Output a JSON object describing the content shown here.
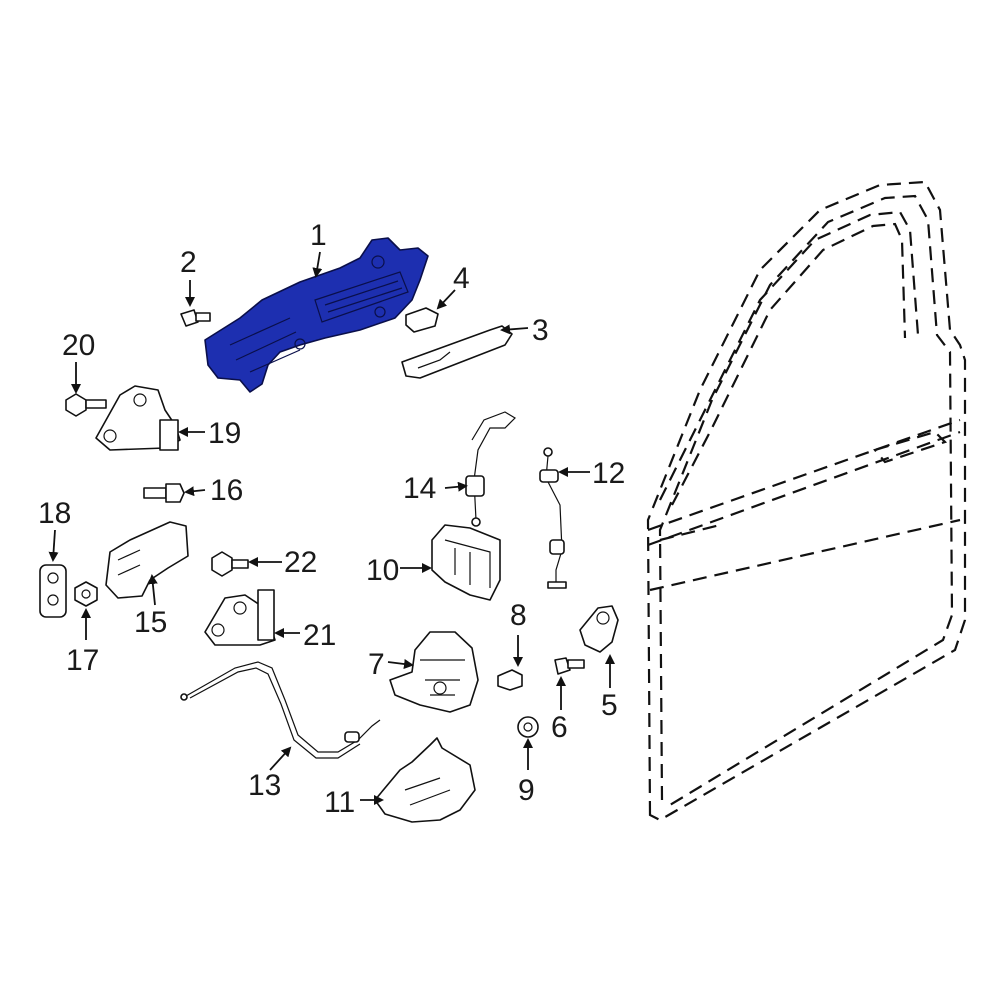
{
  "diagram": {
    "highlight_color": "#1d2fb0",
    "callouts": [
      {
        "id": "1",
        "text": "1"
      },
      {
        "id": "2",
        "text": "2"
      },
      {
        "id": "3",
        "text": "3"
      },
      {
        "id": "4",
        "text": "4"
      },
      {
        "id": "5",
        "text": "5"
      },
      {
        "id": "6",
        "text": "6"
      },
      {
        "id": "7",
        "text": "7"
      },
      {
        "id": "8",
        "text": "8"
      },
      {
        "id": "9",
        "text": "9"
      },
      {
        "id": "10",
        "text": "10"
      },
      {
        "id": "11",
        "text": "11"
      },
      {
        "id": "12",
        "text": "12"
      },
      {
        "id": "13",
        "text": "13"
      },
      {
        "id": "14",
        "text": "14"
      },
      {
        "id": "15",
        "text": "15"
      },
      {
        "id": "16",
        "text": "16"
      },
      {
        "id": "17",
        "text": "17"
      },
      {
        "id": "18",
        "text": "18"
      },
      {
        "id": "19",
        "text": "19"
      },
      {
        "id": "20",
        "text": "20"
      },
      {
        "id": "21",
        "text": "21"
      },
      {
        "id": "22",
        "text": "22"
      }
    ]
  }
}
